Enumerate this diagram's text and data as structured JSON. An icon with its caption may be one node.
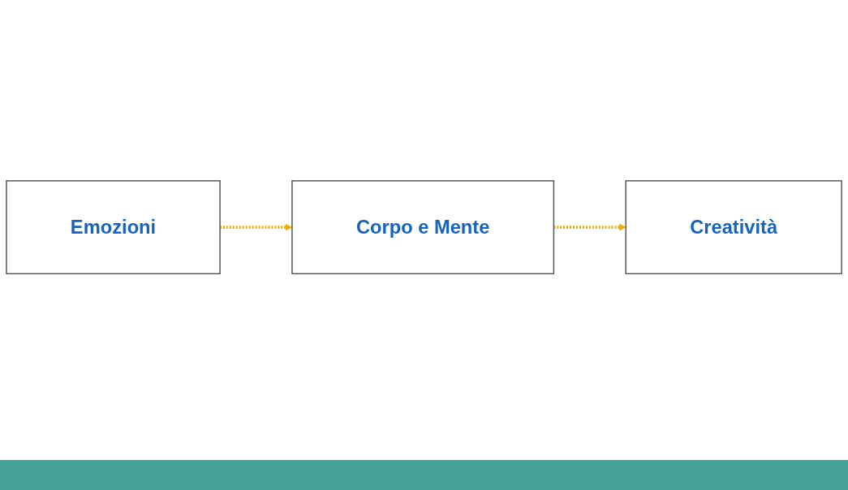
{
  "diagram": {
    "nodes": [
      {
        "text": [
          "Emozioni"
        ]
      },
      {
        "text": [
          "Corpo e Mente"
        ]
      },
      {
        "text": [
          "Creatività"
        ]
      }
    ],
    "edges": [
      {
        "from": 0,
        "to": 1,
        "arrow": "to",
        "style": "dashed",
        "color": "#e6b000"
      },
      {
        "from": 1,
        "to": 2,
        "arrow": "to",
        "style": "dashed",
        "color": "#e6b000"
      }
    ]
  }
}
